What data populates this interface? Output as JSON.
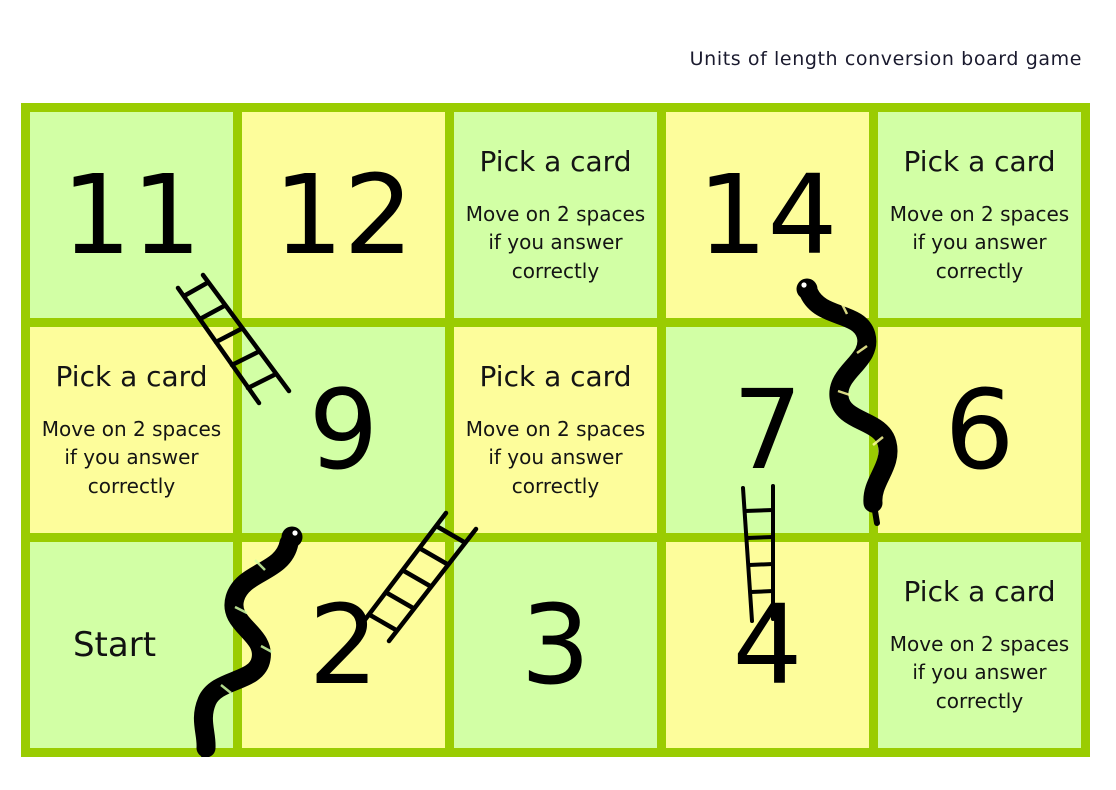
{
  "page": {
    "title": "Units of length conversion board game",
    "background": "#ffffff"
  },
  "colors": {
    "board_border": "#9ACC02",
    "cell_green": "#D2FFA5",
    "cell_yellow": "#FDFD9B",
    "text": "#141414",
    "snake": "#000000",
    "ladder": "#000000"
  },
  "board": {
    "columns": 5,
    "rows": 3,
    "card_title": "Pick a card",
    "card_body": "Move on 2 spaces if you answer correctly",
    "start_label": "Start",
    "cells": [
      {
        "id": "r1c1",
        "type": "number",
        "label": "11",
        "color": "green"
      },
      {
        "id": "r1c2",
        "type": "number",
        "label": "12",
        "color": "yellow"
      },
      {
        "id": "r1c3",
        "type": "card",
        "title": "Pick a card",
        "body": "Move on 2 spaces if you answer correctly",
        "color": "green"
      },
      {
        "id": "r1c4",
        "type": "number",
        "label": "14",
        "color": "yellow"
      },
      {
        "id": "r1c5",
        "type": "card",
        "title": "Pick a card",
        "body": "Move on 2 spaces if you answer correctly",
        "color": "green"
      },
      {
        "id": "r2c1",
        "type": "card",
        "title": "Pick a card",
        "body": "Move on 2 spaces if you answer correctly",
        "color": "yellow"
      },
      {
        "id": "r2c2",
        "type": "number",
        "label": "9",
        "color": "green"
      },
      {
        "id": "r2c3",
        "type": "card",
        "title": "Pick a card",
        "body": "Move on 2 spaces if you answer correctly",
        "color": "yellow"
      },
      {
        "id": "r2c4",
        "type": "number",
        "label": "7",
        "color": "green"
      },
      {
        "id": "r2c5",
        "type": "number",
        "label": "6",
        "color": "yellow"
      },
      {
        "id": "r3c1",
        "type": "start",
        "label": "Start",
        "color": "green"
      },
      {
        "id": "r3c2",
        "type": "number",
        "label": "2",
        "color": "yellow"
      },
      {
        "id": "r3c3",
        "type": "number",
        "label": "3",
        "color": "green"
      },
      {
        "id": "r3c4",
        "type": "number",
        "label": "4",
        "color": "yellow"
      },
      {
        "id": "r3c5",
        "type": "card",
        "title": "Pick a card",
        "body": "Move on 2 spaces if you answer correctly",
        "color": "green"
      }
    ],
    "ladders": [
      {
        "id": "ladder-11-to-9",
        "from": "9",
        "to": "11"
      },
      {
        "id": "ladder-2-to-3",
        "from": "2",
        "to": "3"
      },
      {
        "id": "ladder-4-to-7",
        "from": "4",
        "to": "7"
      }
    ],
    "snakes": [
      {
        "id": "snake-2-to-start",
        "from": "2",
        "to": "Start"
      },
      {
        "id": "snake-14-to-6",
        "from": "14",
        "to": "6"
      }
    ]
  }
}
